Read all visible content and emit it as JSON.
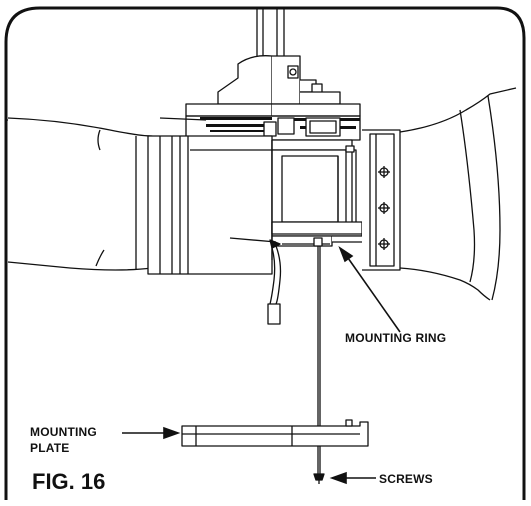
{
  "figure": {
    "title": "FIG. 16"
  },
  "callouts": {
    "mounting_ring": "MOUNTING RING",
    "mounting_plate_line1": "MOUNTING",
    "mounting_plate_line2": "PLATE",
    "screws": "SCREWS"
  },
  "colors": {
    "ink": "#111111",
    "paper": "#ffffff"
  }
}
